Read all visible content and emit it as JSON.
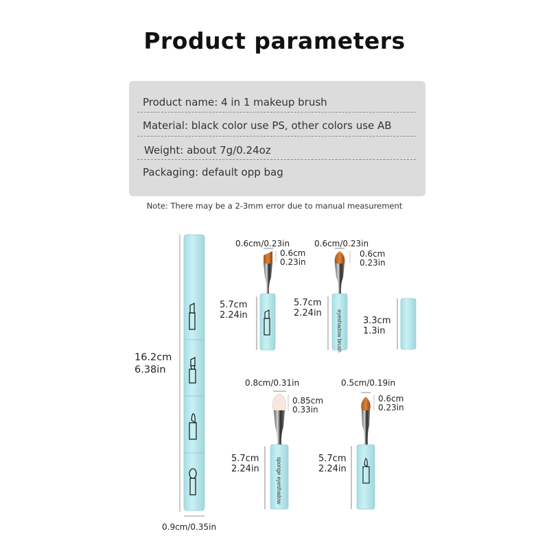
{
  "title": "Product parameters",
  "specs": [
    "Product name: 4 in 1 makeup brush",
    "Material: black color use PS,   other colors use AB",
    "Weight: about 7g/0.24oz",
    "Packaging: default opp bag"
  ],
  "note": "Note: There may be a 2-3mm error due to manual measurement",
  "colors": {
    "body": "#b3e7ec",
    "box": "#dcdcdc",
    "bristle": "#c8702c",
    "sponge": "#f6e8df"
  },
  "full_brush": {
    "length_cm": "16.2cm",
    "length_in": "6.38in",
    "diameter": "0.9cm/0.35in"
  },
  "brush1": {
    "tip_width": "0.6cm/0.23in",
    "tip_len_cm": "0.6cm",
    "tip_len_in": "0.23in",
    "len_cm": "5.7cm",
    "len_in": "2.24in"
  },
  "brush2": {
    "tip_width": "0.6cm/0.23in",
    "tip_len_cm": "0.6cm",
    "tip_len_in": "0.23in",
    "len_cm": "5.7cm",
    "len_in": "2.24in",
    "label": "eyeshadow brush"
  },
  "cap": {
    "len_cm": "3.3cm",
    "len_in": "1.3in"
  },
  "brush3": {
    "tip_width": "0.8cm/0.31in",
    "tip_len_cm": "0.85cm",
    "tip_len_in": "0.33in",
    "len_cm": "5.7cm",
    "len_in": "2.24in",
    "label": "sponge eyeshadow"
  },
  "brush4": {
    "tip_width": "0.5cm/0.19in",
    "tip_len_cm": "0.6cm",
    "tip_len_in": "0.23in",
    "len_cm": "5.7cm",
    "len_in": "2.24in"
  }
}
